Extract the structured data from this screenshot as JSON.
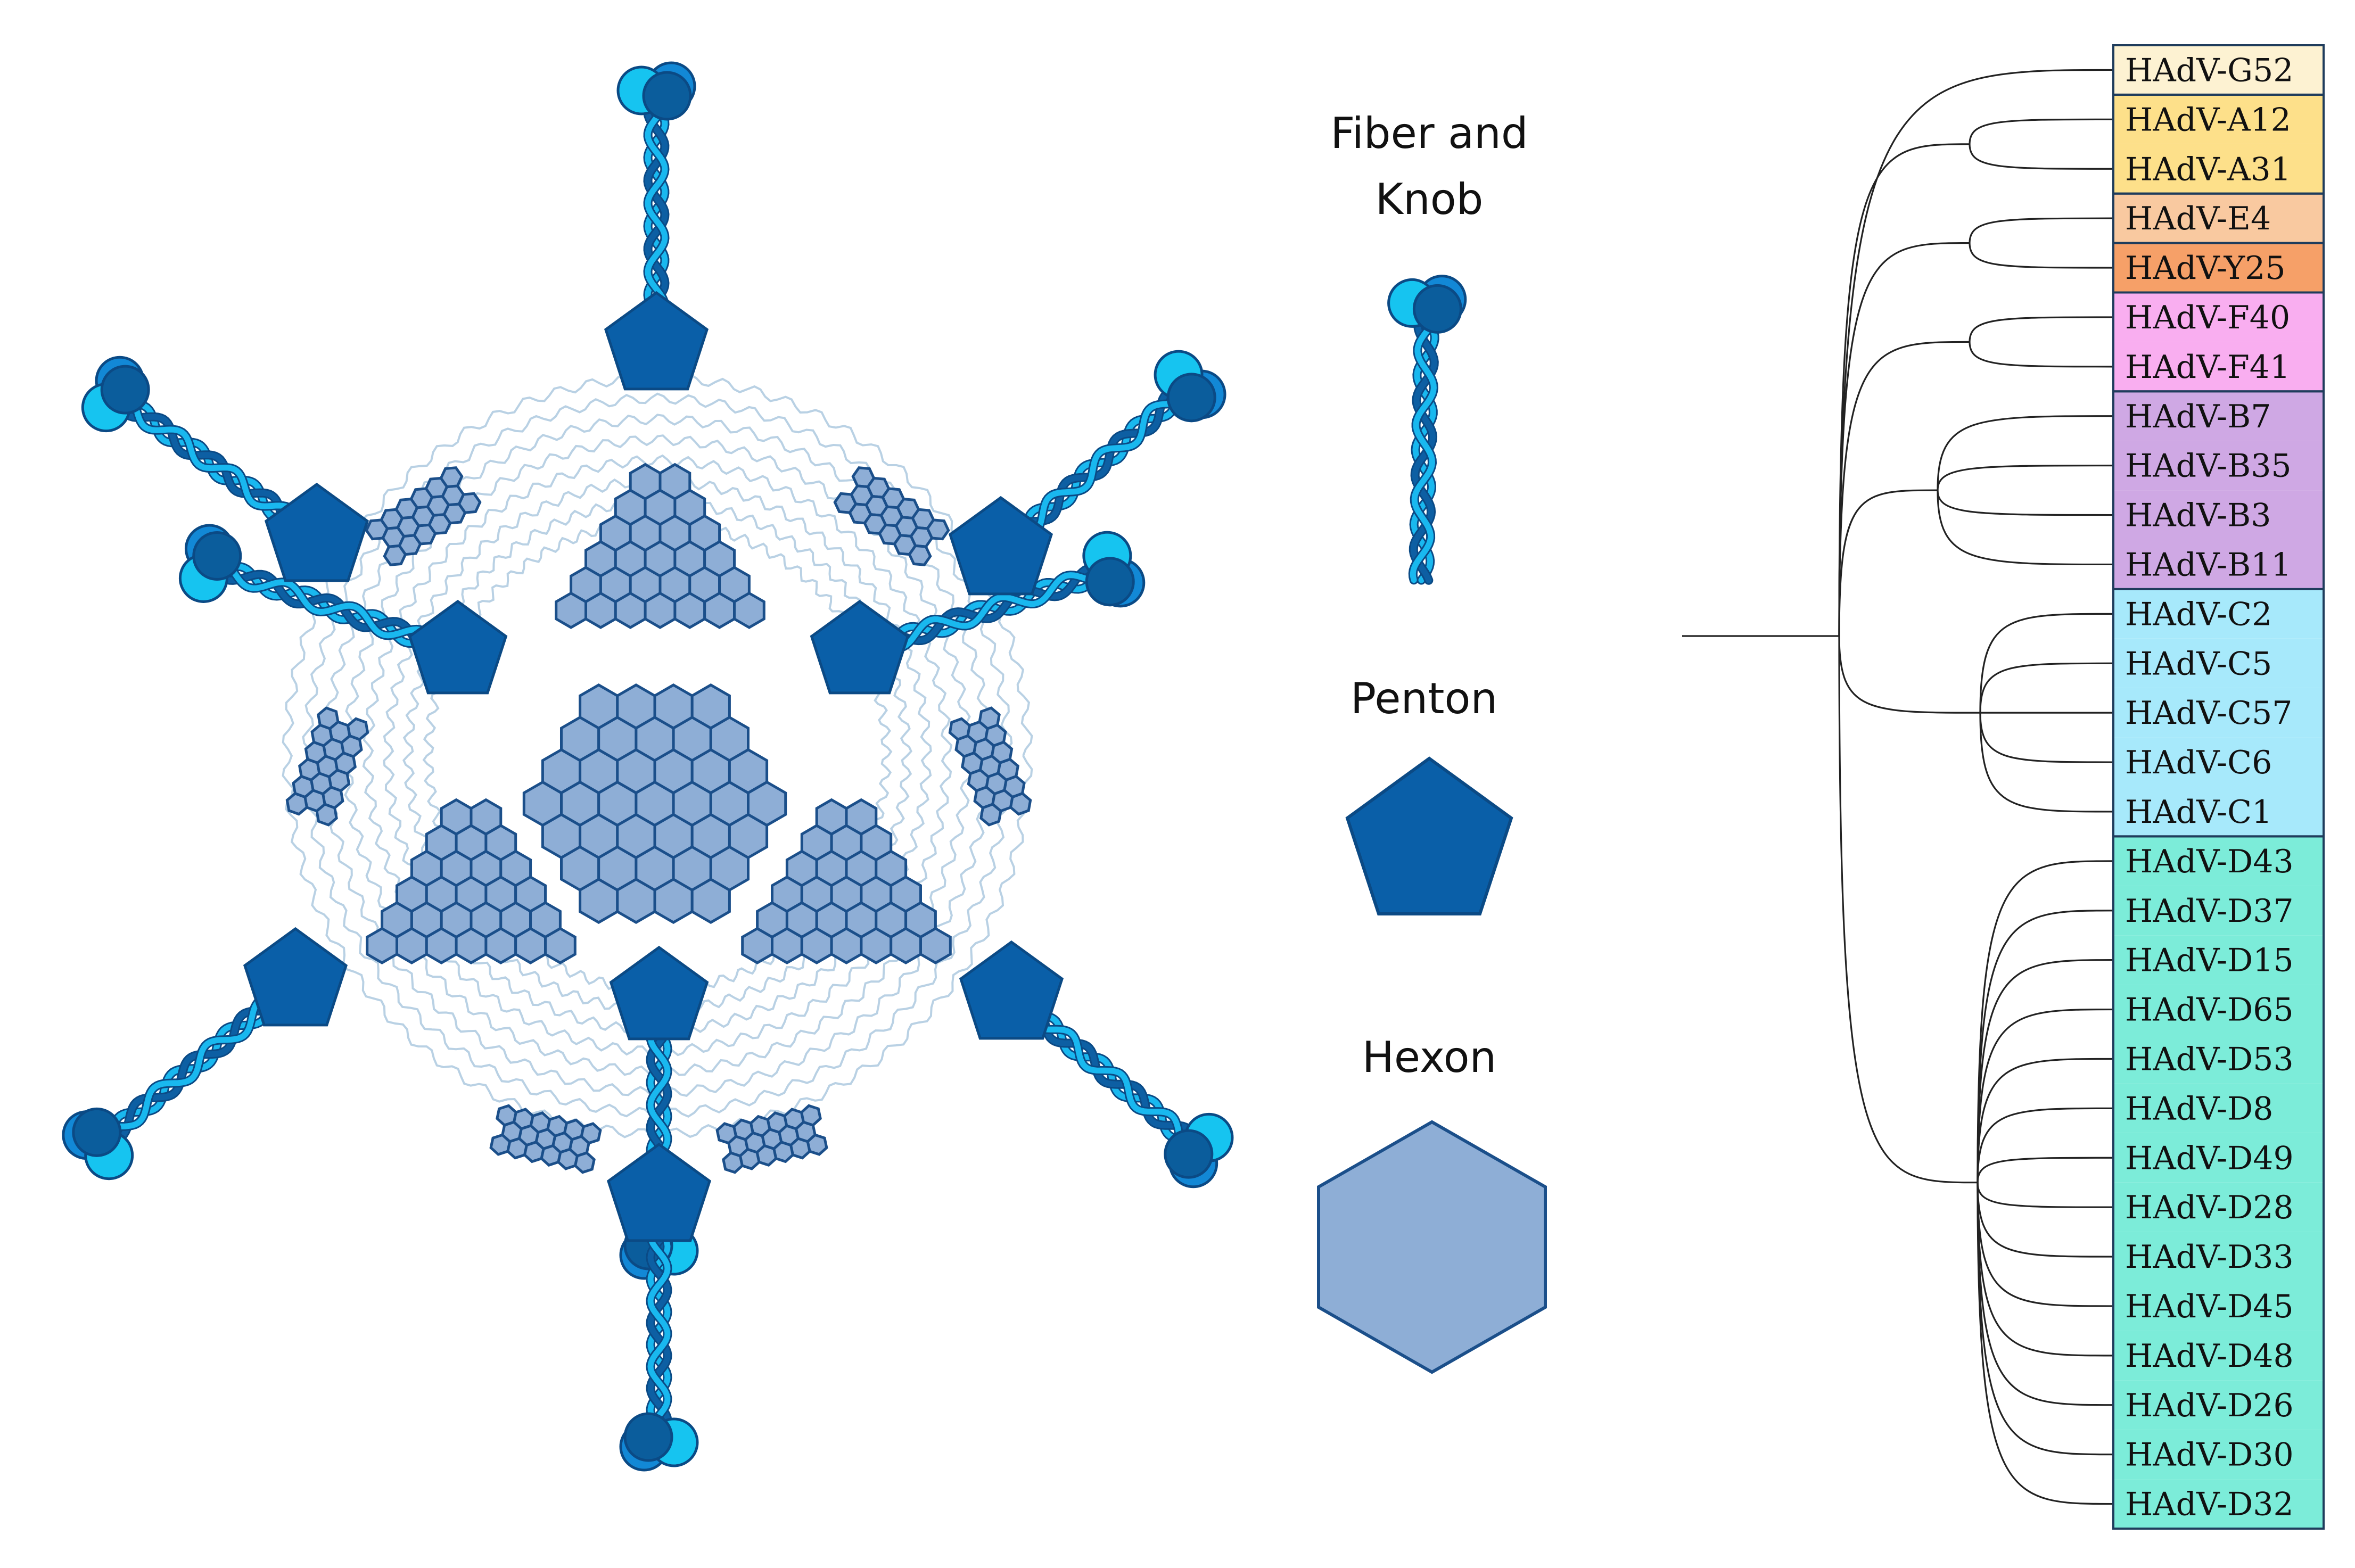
{
  "colors": {
    "penton": "#0a5fa8",
    "penton_stroke": "#0b4a85",
    "hexon": "#8eaed6",
    "hexon_stroke": "#1b4f8a",
    "fiber_light": "#19b8ef",
    "fiber_dark": "#0d5fa3",
    "knob_light": "#16c4f0",
    "knob_mid": "#1288d6",
    "knob_dark": "#0b5d9c",
    "wavy": "#a8c6dd"
  },
  "legend": {
    "fiber_label_line1": "Fiber and",
    "fiber_label_line2": "Knob",
    "penton_label": "Penton",
    "hexon_label": "Hexon"
  },
  "clades": [
    {
      "name": "G",
      "color": "#fdf2d2",
      "members": [
        "HAdV-G52"
      ]
    },
    {
      "name": "A",
      "color": "#fde08a",
      "members": [
        "HAdV-A12",
        "HAdV-A31"
      ]
    },
    {
      "name": "E",
      "color": "#f9c9a0",
      "members": [
        "HAdV-E4"
      ]
    },
    {
      "name": "Y",
      "color": "#f6a068",
      "members": [
        "HAdV-Y25"
      ]
    },
    {
      "name": "F",
      "color": "#f9aef0",
      "members": [
        "HAdV-F40",
        "HAdV-F41"
      ]
    },
    {
      "name": "B",
      "color": "#cfa8e4",
      "members": [
        "HAdV-B7",
        "HAdV-B35",
        "HAdV-B3",
        "HAdV-B11"
      ]
    },
    {
      "name": "C",
      "color": "#a7e9fb",
      "members": [
        "HAdV-C2",
        "HAdV-C5",
        "HAdV-C57",
        "HAdV-C6",
        "HAdV-C1"
      ]
    },
    {
      "name": "D",
      "color": "#7cecd9",
      "members": [
        "HAdV-D43",
        "HAdV-D37",
        "HAdV-D15",
        "HAdV-D65",
        "HAdV-D53",
        "HAdV-D8",
        "HAdV-D49",
        "HAdV-D28",
        "HAdV-D33",
        "HAdV-D45",
        "HAdV-D48",
        "HAdV-D26",
        "HAdV-D30",
        "HAdV-D32"
      ]
    }
  ]
}
